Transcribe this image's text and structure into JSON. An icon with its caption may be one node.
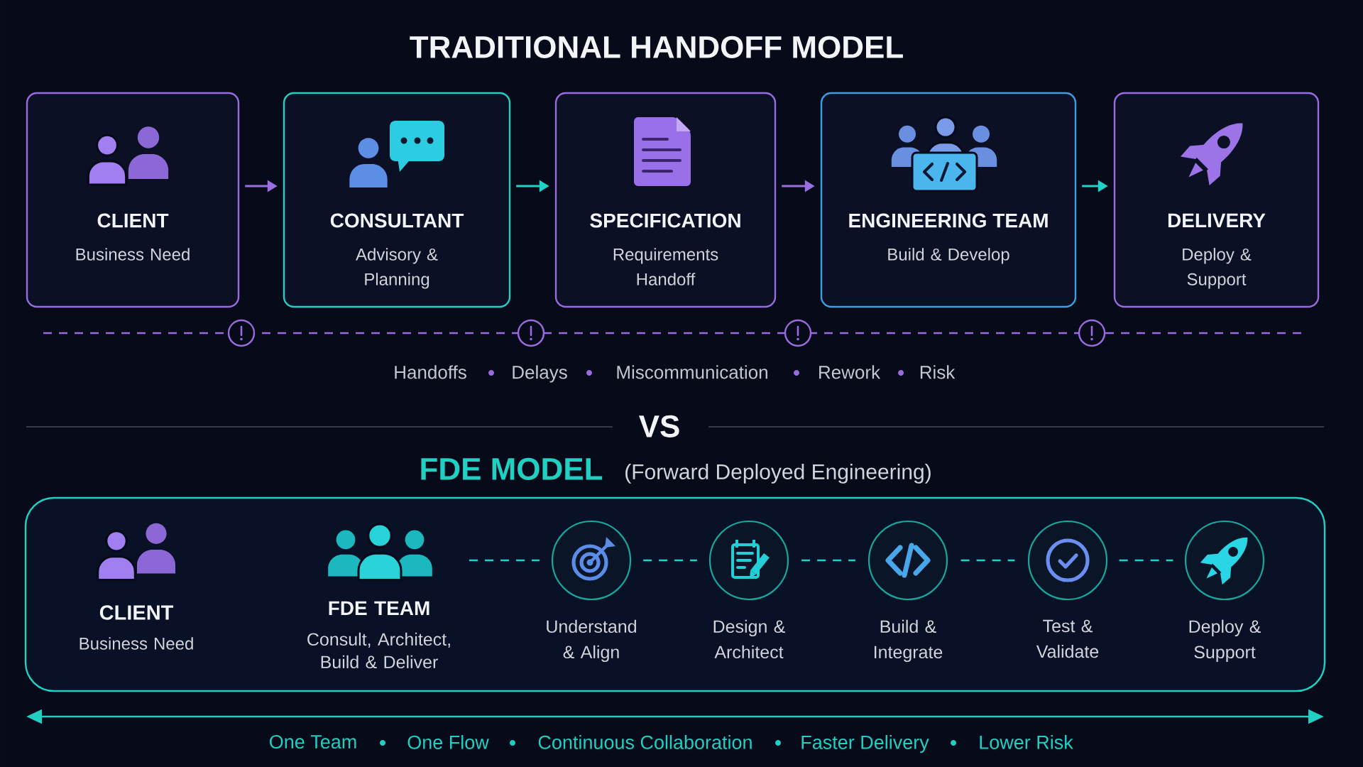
{
  "diagram": {
    "title": "TRADITIONAL HANDOFF MODEL",
    "nodes": [
      {
        "text": [
          "CLIENT",
          "Business Need"
        ]
      },
      {
        "text": [
          "CONSULTANT",
          "Advisory & Planning"
        ]
      },
      {
        "text": [
          "SPECIFICATION",
          "Requirements Handoff"
        ]
      },
      {
        "text": [
          "ENGINEERING TEAM",
          "Build & Develop"
        ]
      },
      {
        "text": [
          "DELIVERY",
          "Deploy & Support"
        ]
      },
      {
        "text": [],
        "shape": "box"
      },
      {
        "text": [
          "CLIENT",
          "Business Need"
        ],
        "in": 5
      },
      {
        "text": [
          "FDE TEAM",
          "Consult, Architect, Build & Deliver"
        ],
        "in": 5
      },
      {
        "text": [],
        "shape": "circle",
        "beside": [
          "Understand & Align"
        ],
        "in": 5
      },
      {
        "text": [],
        "shape": "circle",
        "beside": [
          "Design & Architect"
        ],
        "in": 5
      },
      {
        "text": [],
        "shape": "circle",
        "beside": [
          "Build & Integrate"
        ],
        "in": 5
      },
      {
        "text": [],
        "shape": "circle",
        "beside": [
          "Test & Validate"
        ],
        "in": 5
      },
      {
        "text": [],
        "shape": "circle",
        "beside": [
          "Deploy & Support"
        ],
        "in": 5
      }
    ],
    "edges": [
      {
        "from": 0,
        "to": 1,
        "arrow": "to",
        "color": "#9b6fe0"
      },
      {
        "from": 1,
        "to": 2,
        "arrow": "to"
      },
      {
        "from": 2,
        "to": 3,
        "arrow": "to",
        "color": "#9b6fe0"
      },
      {
        "from": 3,
        "to": 4,
        "arrow": "to"
      },
      {
        "from": 7,
        "to": 8,
        "arrow": "none",
        "style": "dashed"
      },
      {
        "from": 8,
        "to": 9,
        "arrow": "none",
        "style": "dashed"
      },
      {
        "from": 9,
        "to": 10,
        "arrow": "none",
        "style": "dashed"
      },
      {
        "from": 10,
        "to": 11,
        "arrow": "none",
        "style": "dashed"
      },
      {
        "from": 11,
        "to": 12,
        "arrow": "none",
        "style": "dashed"
      }
    ],
    "labels": [
      "Handoffs",
      "Delays",
      "Miscommunication",
      "Rework",
      "Risk",
      "VS",
      "FDE MODEL",
      "(Forward Deployed Engineering)",
      "One Team",
      "One Flow",
      "Continuous Collaboration",
      "Faster Delivery",
      "Lower Risk"
    ]
  }
}
